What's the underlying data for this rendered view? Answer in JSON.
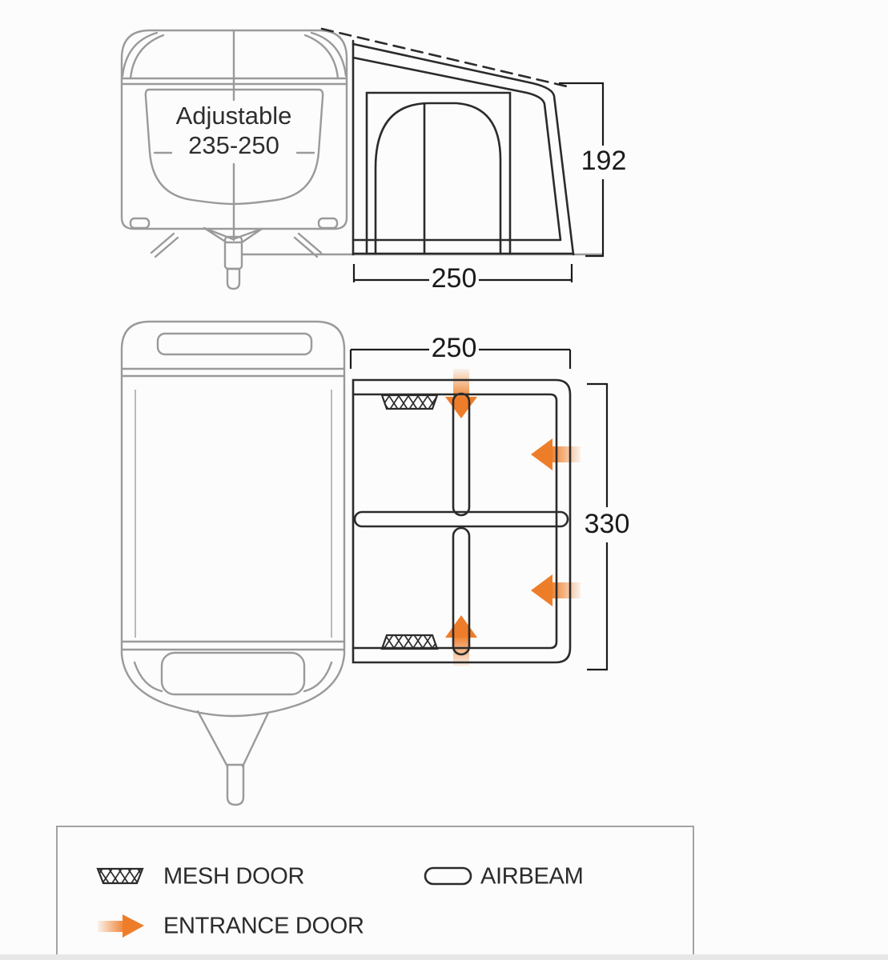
{
  "side_view": {
    "caravan_label_line1": "Adjustable",
    "caravan_label_line2": "235-250",
    "height_dim": "192",
    "width_dim": "250"
  },
  "plan_view": {
    "width_dim": "250",
    "depth_dim": "330"
  },
  "legend": {
    "mesh_label": "MESH DOOR",
    "airbeam_label": "AIRBEAM",
    "entrance_label": "ENTRANCE DOOR"
  },
  "colors": {
    "caravan_line": "#9a9a9a",
    "awning_line": "#2b2b2b",
    "dimension_line": "#1b1b1b",
    "arrow_orange": "#ee7d2a",
    "background": "#fcfcfc",
    "legend_border": "#a3a3a3"
  }
}
